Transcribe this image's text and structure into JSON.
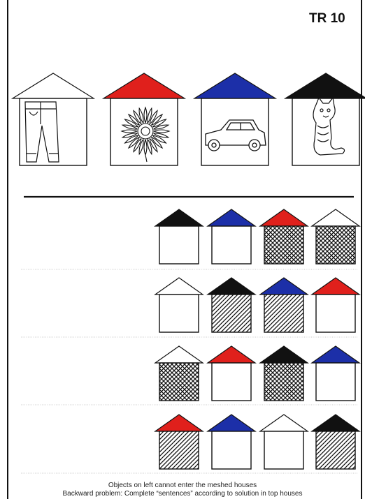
{
  "worksheet": {
    "code": "TR 10"
  },
  "colors": {
    "white": "#ffffff",
    "red": "#e0201c",
    "blue": "#1c2fa8",
    "black": "#111111"
  },
  "top_houses": [
    {
      "roof": "white",
      "object": "jeans-icon"
    },
    {
      "roof": "red",
      "object": "flower-icon"
    },
    {
      "roof": "blue",
      "object": "car-icon"
    },
    {
      "roof": "black",
      "object": "cat-icon"
    }
  ],
  "rows": [
    [
      {
        "roof": "black",
        "pattern": "empty"
      },
      {
        "roof": "blue",
        "pattern": "empty"
      },
      {
        "roof": "red",
        "pattern": "meshed"
      },
      {
        "roof": "white",
        "pattern": "meshed"
      }
    ],
    [
      {
        "roof": "white",
        "pattern": "empty"
      },
      {
        "roof": "black",
        "pattern": "hatched"
      },
      {
        "roof": "blue",
        "pattern": "hatched"
      },
      {
        "roof": "red",
        "pattern": "empty"
      }
    ],
    [
      {
        "roof": "white",
        "pattern": "meshed"
      },
      {
        "roof": "red",
        "pattern": "empty"
      },
      {
        "roof": "black",
        "pattern": "meshed"
      },
      {
        "roof": "blue",
        "pattern": "empty"
      }
    ],
    [
      {
        "roof": "red",
        "pattern": "hatched"
      },
      {
        "roof": "blue",
        "pattern": "empty"
      },
      {
        "roof": "white",
        "pattern": "empty"
      },
      {
        "roof": "black",
        "pattern": "hatched"
      }
    ]
  ],
  "footer": {
    "line1": "Objects on left cannot enter the meshed houses",
    "line2": "Backward problem: Complete “sentences” according to solution in top houses"
  }
}
